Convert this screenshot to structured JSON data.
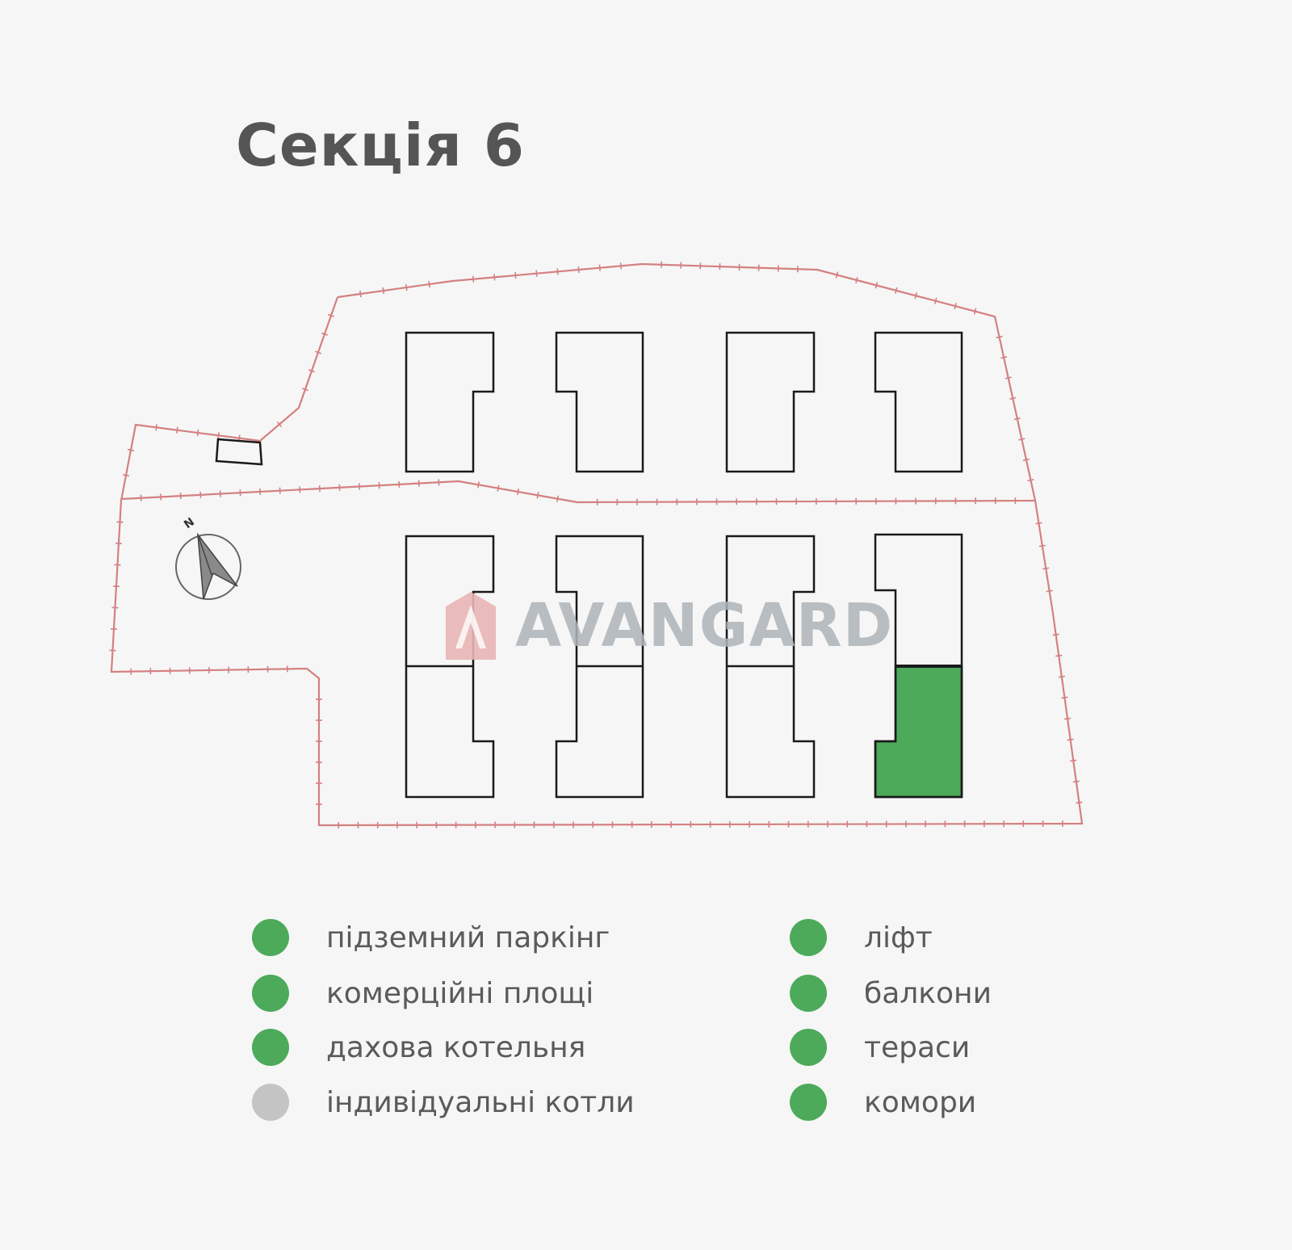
{
  "title": "Секція 6",
  "watermark": {
    "text": "AVANGARD"
  },
  "compass": {
    "label": "N"
  },
  "colors": {
    "available": "#4caa5a",
    "unavailable": "#c4c4c4",
    "boundary": "#d48080",
    "building_outline": "#1a1a1a",
    "highlighted_section": "#4caa5a",
    "title": "#555555",
    "watermark": "#aeb4ba"
  },
  "site_plan": {
    "upper_row_buildings": 4,
    "lower_row_buildings": 4,
    "highlighted": "lower-row building 4, southern section"
  },
  "legend": {
    "left": [
      {
        "label": "підземний паркінг",
        "status": "available"
      },
      {
        "label": "комерційні площі",
        "status": "available"
      },
      {
        "label": "дахова котельня",
        "status": "available"
      },
      {
        "label": "індивідуальні котли",
        "status": "unavailable"
      }
    ],
    "right": [
      {
        "label": "ліфт",
        "status": "available"
      },
      {
        "label": "балкони",
        "status": "available"
      },
      {
        "label": "тераси",
        "status": "available"
      },
      {
        "label": "комори",
        "status": "available"
      }
    ]
  }
}
